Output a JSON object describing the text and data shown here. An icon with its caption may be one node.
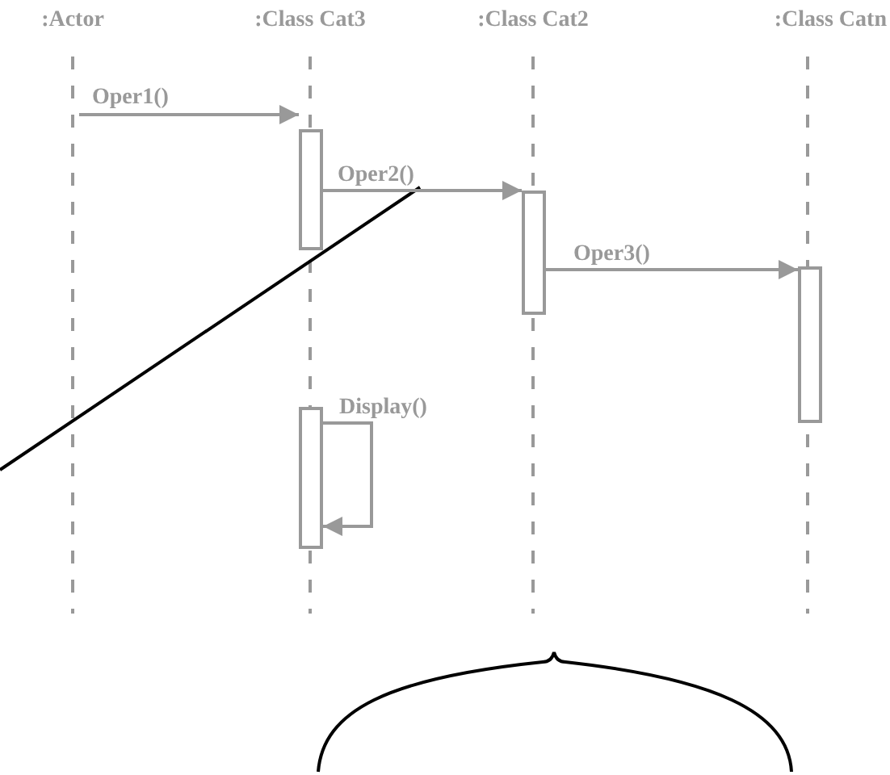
{
  "diagram": {
    "nodes": [
      {
        "text": [
          ":Actor"
        ]
      },
      {
        "text": [
          ":Class Cat3"
        ]
      },
      {
        "text": [
          ":Class Cat2"
        ]
      },
      {
        "text": [
          ":Class Catn"
        ]
      },
      {
        "text": [],
        "shape": "bar"
      },
      {
        "text": [],
        "shape": "bar"
      },
      {
        "text": [],
        "shape": "bar"
      },
      {
        "text": [],
        "shape": "bar"
      }
    ],
    "edges": [
      {
        "from": 0,
        "to": 4,
        "arrow": "to",
        "label": "Oper1()"
      },
      {
        "from": 4,
        "to": 5,
        "arrow": "to",
        "label": "Oper2()"
      },
      {
        "from": 5,
        "to": 6,
        "arrow": "to",
        "label": "Oper3()"
      },
      {
        "from": 7,
        "to": 7,
        "arrow": "to",
        "label": "Display()"
      }
    ]
  }
}
